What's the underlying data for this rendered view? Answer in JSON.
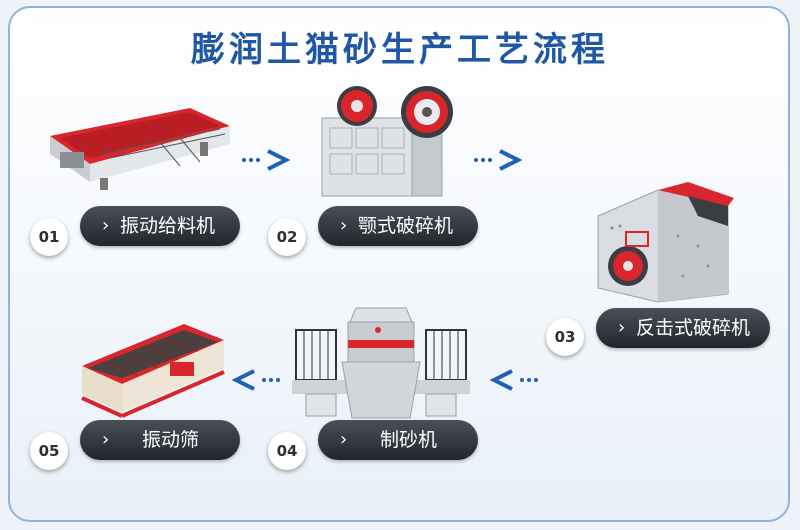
{
  "title": "膨润土猫砂生产工艺流程",
  "steps": [
    {
      "number": "01",
      "label": "振动给料机"
    },
    {
      "number": "02",
      "label": "颚式破碎机"
    },
    {
      "number": "03",
      "label": "反击式破碎机"
    },
    {
      "number": "04",
      "label": "制砂机"
    },
    {
      "number": "05",
      "label": "振动筛"
    }
  ],
  "colors": {
    "title": "#1f57a6",
    "arrow": "#1e5fb8",
    "label_bg": "#2e333b",
    "machine_red": "#d8262c",
    "machine_grey": "#cfd3d8"
  },
  "icons": {
    "chevron": "chevron-right-icon",
    "arrow": "arrow-right-icon"
  }
}
